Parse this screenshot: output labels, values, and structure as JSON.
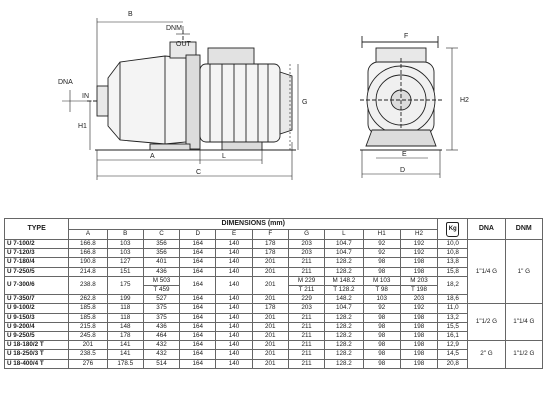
{
  "drawing": {
    "labels": {
      "B": "B",
      "DNM": "DNM",
      "OUT": "OUT",
      "DNA": "DNA",
      "IN": "IN",
      "H1": "H1",
      "G": "G",
      "A": "A",
      "L": "L",
      "C": "C",
      "F": "F",
      "H2": "H2",
      "E": "E",
      "D": "D"
    }
  },
  "table": {
    "headers": {
      "type": "TYPE",
      "dimensions": "DIMENSIONS (mm)",
      "weight_unit": "Kg",
      "dna": "DNA",
      "dnm": "DNM",
      "columns": [
        "A",
        "B",
        "C",
        "D",
        "E",
        "F",
        "G",
        "L",
        "H1",
        "H2"
      ]
    },
    "rows": [
      {
        "type": "U 7-100/2",
        "A": "166.8",
        "B": "103",
        "C": "356",
        "D": "164",
        "E": "140",
        "F": "178",
        "G": "203",
        "L": "104.7",
        "H1": "92",
        "H2": "192",
        "kg": "10,0"
      },
      {
        "type": "U 7-120/3",
        "A": "166.8",
        "B": "103",
        "C": "356",
        "D": "164",
        "E": "140",
        "F": "178",
        "G": "203",
        "L": "104.7",
        "H1": "92",
        "H2": "192",
        "kg": "10,8"
      },
      {
        "type": "U 7-180/4",
        "A": "190.8",
        "B": "127",
        "C": "401",
        "D": "164",
        "E": "140",
        "F": "201",
        "G": "211",
        "L": "128.2",
        "H1": "98",
        "H2": "198",
        "kg": "13,8"
      },
      {
        "type": "U 7-250/5",
        "A": "214.8",
        "B": "151",
        "C": "436",
        "D": "164",
        "E": "140",
        "F": "201",
        "G": "211",
        "L": "128.2",
        "H1": "98",
        "H2": "198",
        "kg": "15,8"
      },
      {
        "type": "U 7-300/6",
        "A": "238.8",
        "B": "175",
        "C1": "M 503",
        "C2": "T 459",
        "D": "164",
        "E": "140",
        "F": "201",
        "G1": "M 229",
        "G2": "T 211",
        "L1": "M 148.2",
        "L2": "T 128.2",
        "H11": "M 103",
        "H12": "T 98",
        "H21": "M 203",
        "H22": "T 198",
        "kg": "18,2"
      },
      {
        "type": "U 7-350/7",
        "A": "262.8",
        "B": "199",
        "C": "527",
        "D": "164",
        "E": "140",
        "F": "201",
        "G": "229",
        "L": "148.2",
        "H1": "103",
        "H2": "203",
        "kg": "18,6"
      },
      {
        "type": "U 9-100/2",
        "A": "185.8",
        "B": "118",
        "C": "375",
        "D": "164",
        "E": "140",
        "F": "178",
        "G": "203",
        "L": "104.7",
        "H1": "92",
        "H2": "192",
        "kg": "11,0"
      },
      {
        "type": "U 9-150/3",
        "A": "185.8",
        "B": "118",
        "C": "375",
        "D": "164",
        "E": "140",
        "F": "201",
        "G": "211",
        "L": "128.2",
        "H1": "98",
        "H2": "198",
        "kg": "13,2"
      },
      {
        "type": "U 9-200/4",
        "A": "215.8",
        "B": "148",
        "C": "436",
        "D": "164",
        "E": "140",
        "F": "201",
        "G": "211",
        "L": "128.2",
        "H1": "98",
        "H2": "198",
        "kg": "15,5"
      },
      {
        "type": "U 9-250/5",
        "A": "245.8",
        "B": "178",
        "C": "464",
        "D": "164",
        "E": "140",
        "F": "201",
        "G": "211",
        "L": "128.2",
        "H1": "98",
        "H2": "198",
        "kg": "16,1"
      },
      {
        "type": "U 18-180/2 T",
        "A": "201",
        "B": "141",
        "C": "432",
        "D": "164",
        "E": "140",
        "F": "201",
        "G": "211",
        "L": "128.2",
        "H1": "98",
        "H2": "198",
        "kg": "12,9"
      },
      {
        "type": "U 18-250/3 T",
        "A": "238.5",
        "B": "141",
        "C": "432",
        "D": "164",
        "E": "140",
        "F": "201",
        "G": "211",
        "L": "128.2",
        "H1": "98",
        "H2": "198",
        "kg": "14,5"
      },
      {
        "type": "U 18-400/4 T",
        "A": "276",
        "B": "178.5",
        "C": "514",
        "D": "164",
        "E": "140",
        "F": "201",
        "G": "211",
        "L": "128.2",
        "H1": "98",
        "H2": "198",
        "kg": "20,8"
      }
    ],
    "groups": [
      {
        "dna": "1\"1/4 G",
        "dnm": "1\" G"
      },
      {
        "dna": "1\"1/2 G",
        "dnm": "1\"1/4 G"
      },
      {
        "dna": "2\" G",
        "dnm": "1\"1/2 G"
      }
    ]
  }
}
